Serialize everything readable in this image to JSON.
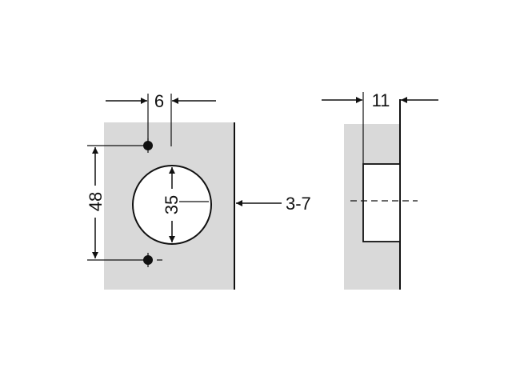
{
  "colors": {
    "panel": "#d9d9d9",
    "line": "#111111",
    "cup": "#ffffff",
    "hole": "#111111"
  },
  "front_view": {
    "dim_hole_offset": "6",
    "dim_cup_diameter": "35",
    "dim_hole_spacing": "48",
    "dim_overlay": "3-7"
  },
  "side_view": {
    "dim_cup_depth": "11"
  }
}
